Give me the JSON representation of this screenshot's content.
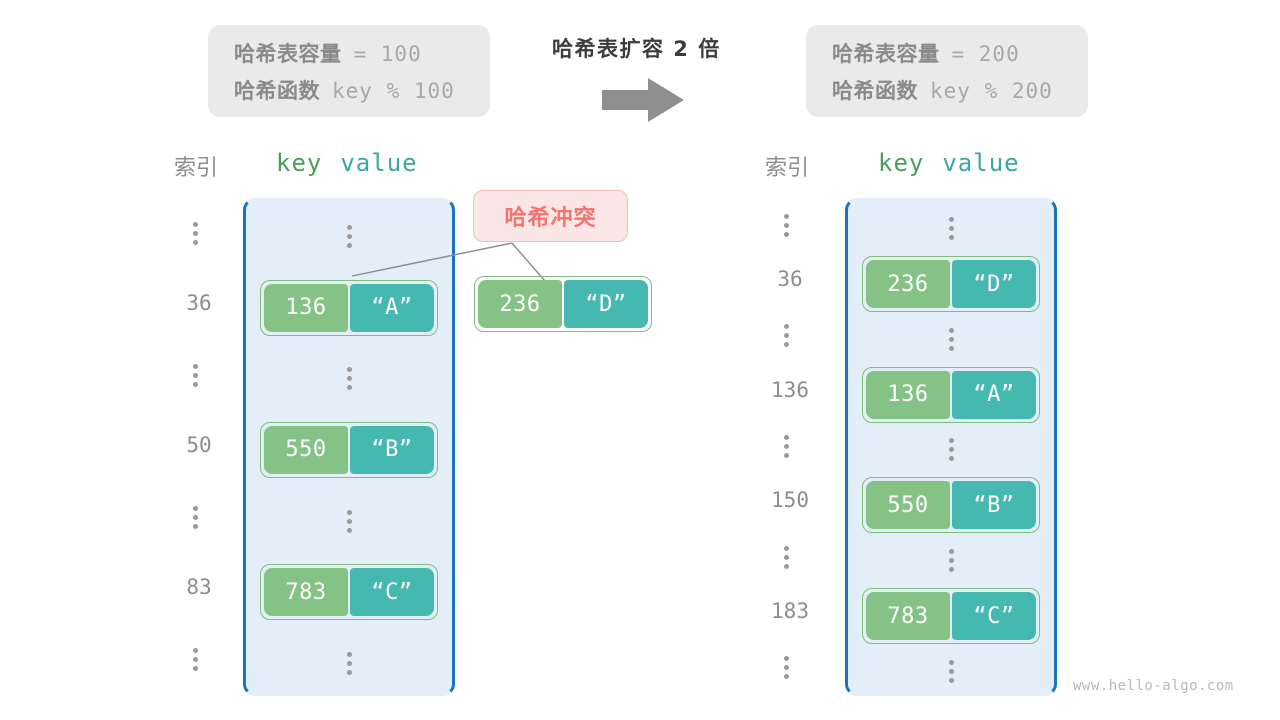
{
  "watermark": "www.hello-algo.com",
  "center": {
    "caption": "哈希表扩容 2 倍",
    "arrow_icon": "right-arrow-icon"
  },
  "colors": {
    "key_fill": "#85c285",
    "value_fill": "#45b8b0",
    "pair_border": "#7fbe7a",
    "table_fill": "#e3eef9",
    "table_border": "#1a75bb",
    "badge_fill": "#fbe6e6",
    "badge_border": "#f6bcbc",
    "badge_text": "#f4736f",
    "info_fill": "#eaeaea",
    "muted_text": "#8d8d8d"
  },
  "left": {
    "info": {
      "capacity_label": "哈希表容量",
      "capacity_expr": "= 100",
      "function_label": "哈希函数",
      "function_expr": "key % 100"
    },
    "headers": {
      "index": "索引",
      "key": "key",
      "value": "value"
    },
    "rows": [
      {
        "type": "dots",
        "index": ""
      },
      {
        "type": "entry",
        "index": "36",
        "key": "136",
        "value": "“A”"
      },
      {
        "type": "dots",
        "index": ""
      },
      {
        "type": "entry",
        "index": "50",
        "key": "550",
        "value": "“B”"
      },
      {
        "type": "dots",
        "index": ""
      },
      {
        "type": "entry",
        "index": "83",
        "key": "783",
        "value": "“C”"
      },
      {
        "type": "dots",
        "index": ""
      }
    ]
  },
  "collision": {
    "badge_label": "哈希冲突",
    "pair": {
      "key": "236",
      "value": "“D”"
    }
  },
  "right": {
    "info": {
      "capacity_label": "哈希表容量",
      "capacity_expr": "= 200",
      "function_label": "哈希函数",
      "function_expr": "key % 200"
    },
    "headers": {
      "index": "索引",
      "key": "key",
      "value": "value"
    },
    "rows": [
      {
        "type": "dots",
        "index": ""
      },
      {
        "type": "entry",
        "index": "36",
        "key": "236",
        "value": "“D”"
      },
      {
        "type": "dots",
        "index": ""
      },
      {
        "type": "entry",
        "index": "136",
        "key": "136",
        "value": "“A”"
      },
      {
        "type": "dots",
        "index": ""
      },
      {
        "type": "entry",
        "index": "150",
        "key": "550",
        "value": "“B”"
      },
      {
        "type": "dots",
        "index": ""
      },
      {
        "type": "entry",
        "index": "183",
        "key": "783",
        "value": "“C”"
      },
      {
        "type": "dots",
        "index": ""
      }
    ]
  }
}
